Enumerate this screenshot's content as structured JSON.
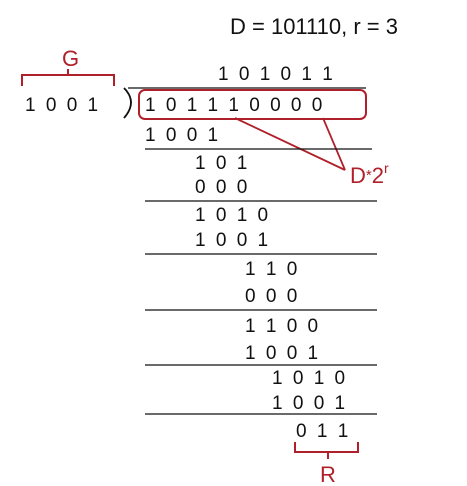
{
  "header": {
    "text": "D = 101110, r = 3"
  },
  "generator": {
    "label": "G",
    "bits": "1 0 0 1"
  },
  "quotient": {
    "bits": "1 0 1 0 1 1"
  },
  "dividend": {
    "bits": "1 0 1 1 1 0 0 0 0"
  },
  "dividend_label": {
    "prefix": "D",
    "star": "*",
    "base": "2",
    "exp": "r"
  },
  "steps": [
    {
      "top": "1 0 0 1"
    },
    {
      "top": "1 0 1",
      "bottom": "0 0 0"
    },
    {
      "top": "1 0 1 0",
      "bottom": "1 0 0 1"
    },
    {
      "top": "1 1 0",
      "bottom": "0 0 0"
    },
    {
      "top": "1 1 0 0",
      "bottom": "1 0 0 1"
    },
    {
      "top": "1 0 1 0",
      "bottom": "1 0 0 1"
    },
    {
      "top": "0 1 1"
    }
  ],
  "remainder": {
    "label": "R"
  },
  "colors": {
    "accent": "#b0202a",
    "ink": "#111111"
  }
}
